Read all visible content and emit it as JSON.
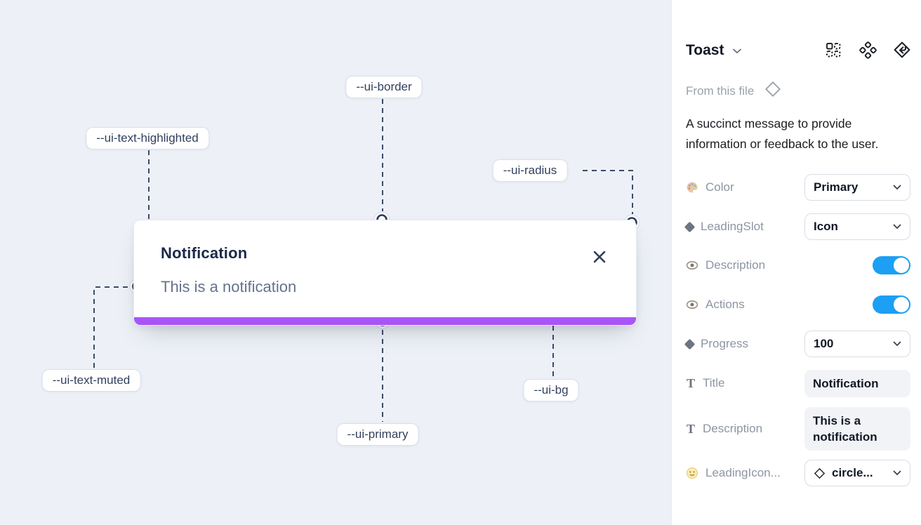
{
  "canvas": {
    "toast": {
      "title": "Notification",
      "description": "This is a notification"
    },
    "labels": [
      {
        "text": "--ui-border"
      },
      {
        "text": "--ui-text-highlighted"
      },
      {
        "text": "--ui-radius"
      },
      {
        "text": "--ui-text-muted"
      },
      {
        "text": "--ui-primary"
      },
      {
        "text": "--ui-bg"
      }
    ],
    "colors": {
      "canvas_bg": "#edf1f7",
      "primary_bar": "#a855f7",
      "connector_stroke": "#3c4b68"
    }
  },
  "panel": {
    "title": "Toast",
    "source_label": "From this file",
    "description": "A succinct message to provide information or feedback to the user.",
    "toolbar_icons": [
      "variant-grid-icon",
      "component-cluster-icon",
      "back-to-component-icon"
    ],
    "colors": {
      "toggle_on": "#1c9ff4"
    },
    "properties": [
      {
        "label": "Color",
        "control": "select",
        "value": "Primary"
      },
      {
        "label": "LeadingSlot",
        "control": "select",
        "value": "Icon"
      },
      {
        "label": "Description",
        "control": "toggle",
        "value": "on"
      },
      {
        "label": "Actions",
        "control": "toggle",
        "value": "on"
      },
      {
        "label": "Progress",
        "control": "select",
        "value": "100"
      },
      {
        "label": "Title",
        "control": "text",
        "value": "Notification"
      },
      {
        "label": "Description",
        "control": "text",
        "value": "This is a notification"
      },
      {
        "label": "LeadingIcon...",
        "control": "select",
        "value": "circle..."
      }
    ]
  }
}
